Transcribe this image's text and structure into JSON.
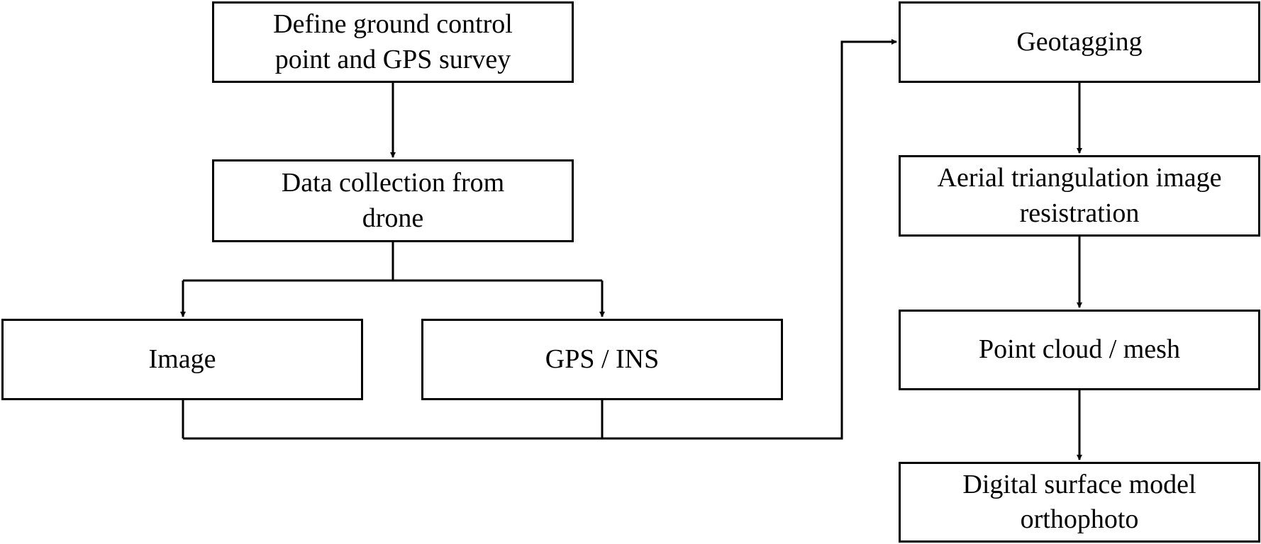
{
  "diagram": {
    "nodes": {
      "ground_control": {
        "line1": "Define ground control",
        "line2": "point and GPS survey"
      },
      "data_collection": {
        "line1": "Data collection from",
        "line2": "drone"
      },
      "image": {
        "line1": "Image"
      },
      "gps_ins": {
        "line1": "GPS / INS"
      },
      "geotagging": {
        "line1": "Geotagging"
      },
      "aerial_triangulation": {
        "line1": "Aerial triangulation image",
        "line2": "resistration"
      },
      "point_cloud": {
        "line1": "Point cloud / mesh"
      },
      "dsm": {
        "line1": "Digital surface model",
        "line2": "orthophoto"
      }
    },
    "edges": [
      {
        "from": "ground_control",
        "to": "data_collection"
      },
      {
        "from": "data_collection",
        "to": "image"
      },
      {
        "from": "data_collection",
        "to": "gps_ins"
      },
      {
        "from": "image",
        "to": "geotagging"
      },
      {
        "from": "gps_ins",
        "to": "geotagging"
      },
      {
        "from": "geotagging",
        "to": "aerial_triangulation"
      },
      {
        "from": "aerial_triangulation",
        "to": "point_cloud"
      },
      {
        "from": "point_cloud",
        "to": "dsm"
      }
    ]
  }
}
